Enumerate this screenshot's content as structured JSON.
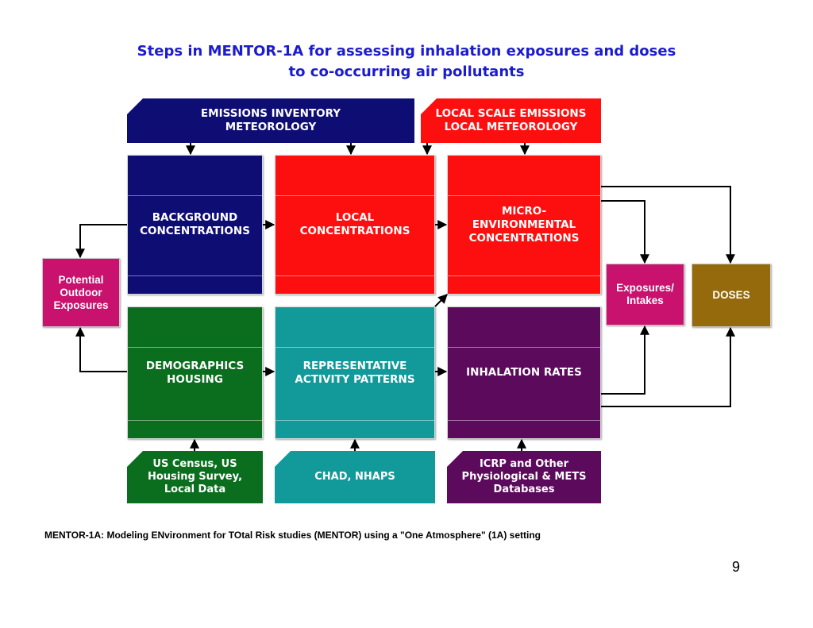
{
  "title": {
    "line1": "Steps in MENTOR-1A for assessing inhalation exposures and doses",
    "line2": "to co-occurring air pollutants"
  },
  "boxes": {
    "emissions_inventory": "EMISSIONS INVENTORY\nMETEOROLOGY",
    "local_scale_emissions": "LOCAL SCALE EMISSIONS\nLOCAL METEOROLOGY",
    "background_concentrations": "BACKGROUND\nCONCENTRATIONS",
    "local_concentrations": "LOCAL\nCONCENTRATIONS",
    "micro_environmental": "MICRO-\nENVIRONMENTAL\nCONCENTRATIONS",
    "potential_outdoor": "Potential\nOutdoor\nExposures",
    "exposures_intakes": "Exposures/\nIntakes",
    "doses": "DOSES",
    "demographics": "DEMOGRAPHICS\nHOUSING",
    "activity_patterns": "REPRESENTATIVE\nACTIVITY PATTERNS",
    "inhalation_rates": "INHALATION RATES",
    "us_census": "US Census, US\nHousing Survey,\nLocal Data",
    "chad": "CHAD, NHAPS",
    "icrp": "ICRP and Other\nPhysiological & METS\nDatabases"
  },
  "colors": {
    "navy": "#0d0d73",
    "red": "#fe0f0f",
    "green": "#0b6e1e",
    "teal": "#129a9a",
    "purple": "#5c0a5c",
    "magenta": "#c8126e",
    "brown": "#946a0c",
    "title": "#1b1bd0"
  },
  "footnote": "MENTOR-1A: Modeling ENvironment for TOtal Risk studies (MENTOR) using a \"One Atmosphere\" (1A) setting",
  "page_number": "9"
}
